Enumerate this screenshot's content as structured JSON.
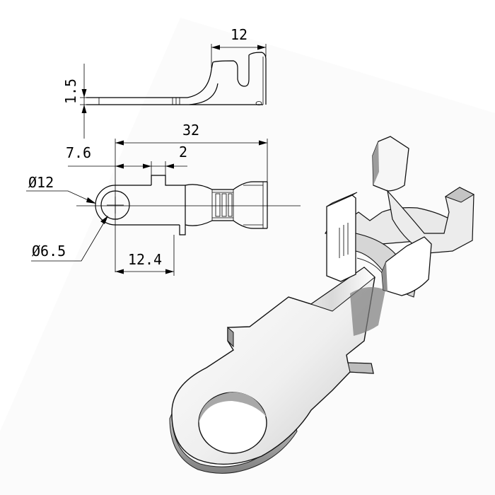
{
  "dimensions": {
    "top_width": "12",
    "thickness": "1.5",
    "overall_length": "32",
    "ring_offset": "7.6",
    "window_width": "2",
    "outer_diameter": "Ø12",
    "hole_diameter": "Ø6.5",
    "ring_to_barrel": "12.4"
  }
}
